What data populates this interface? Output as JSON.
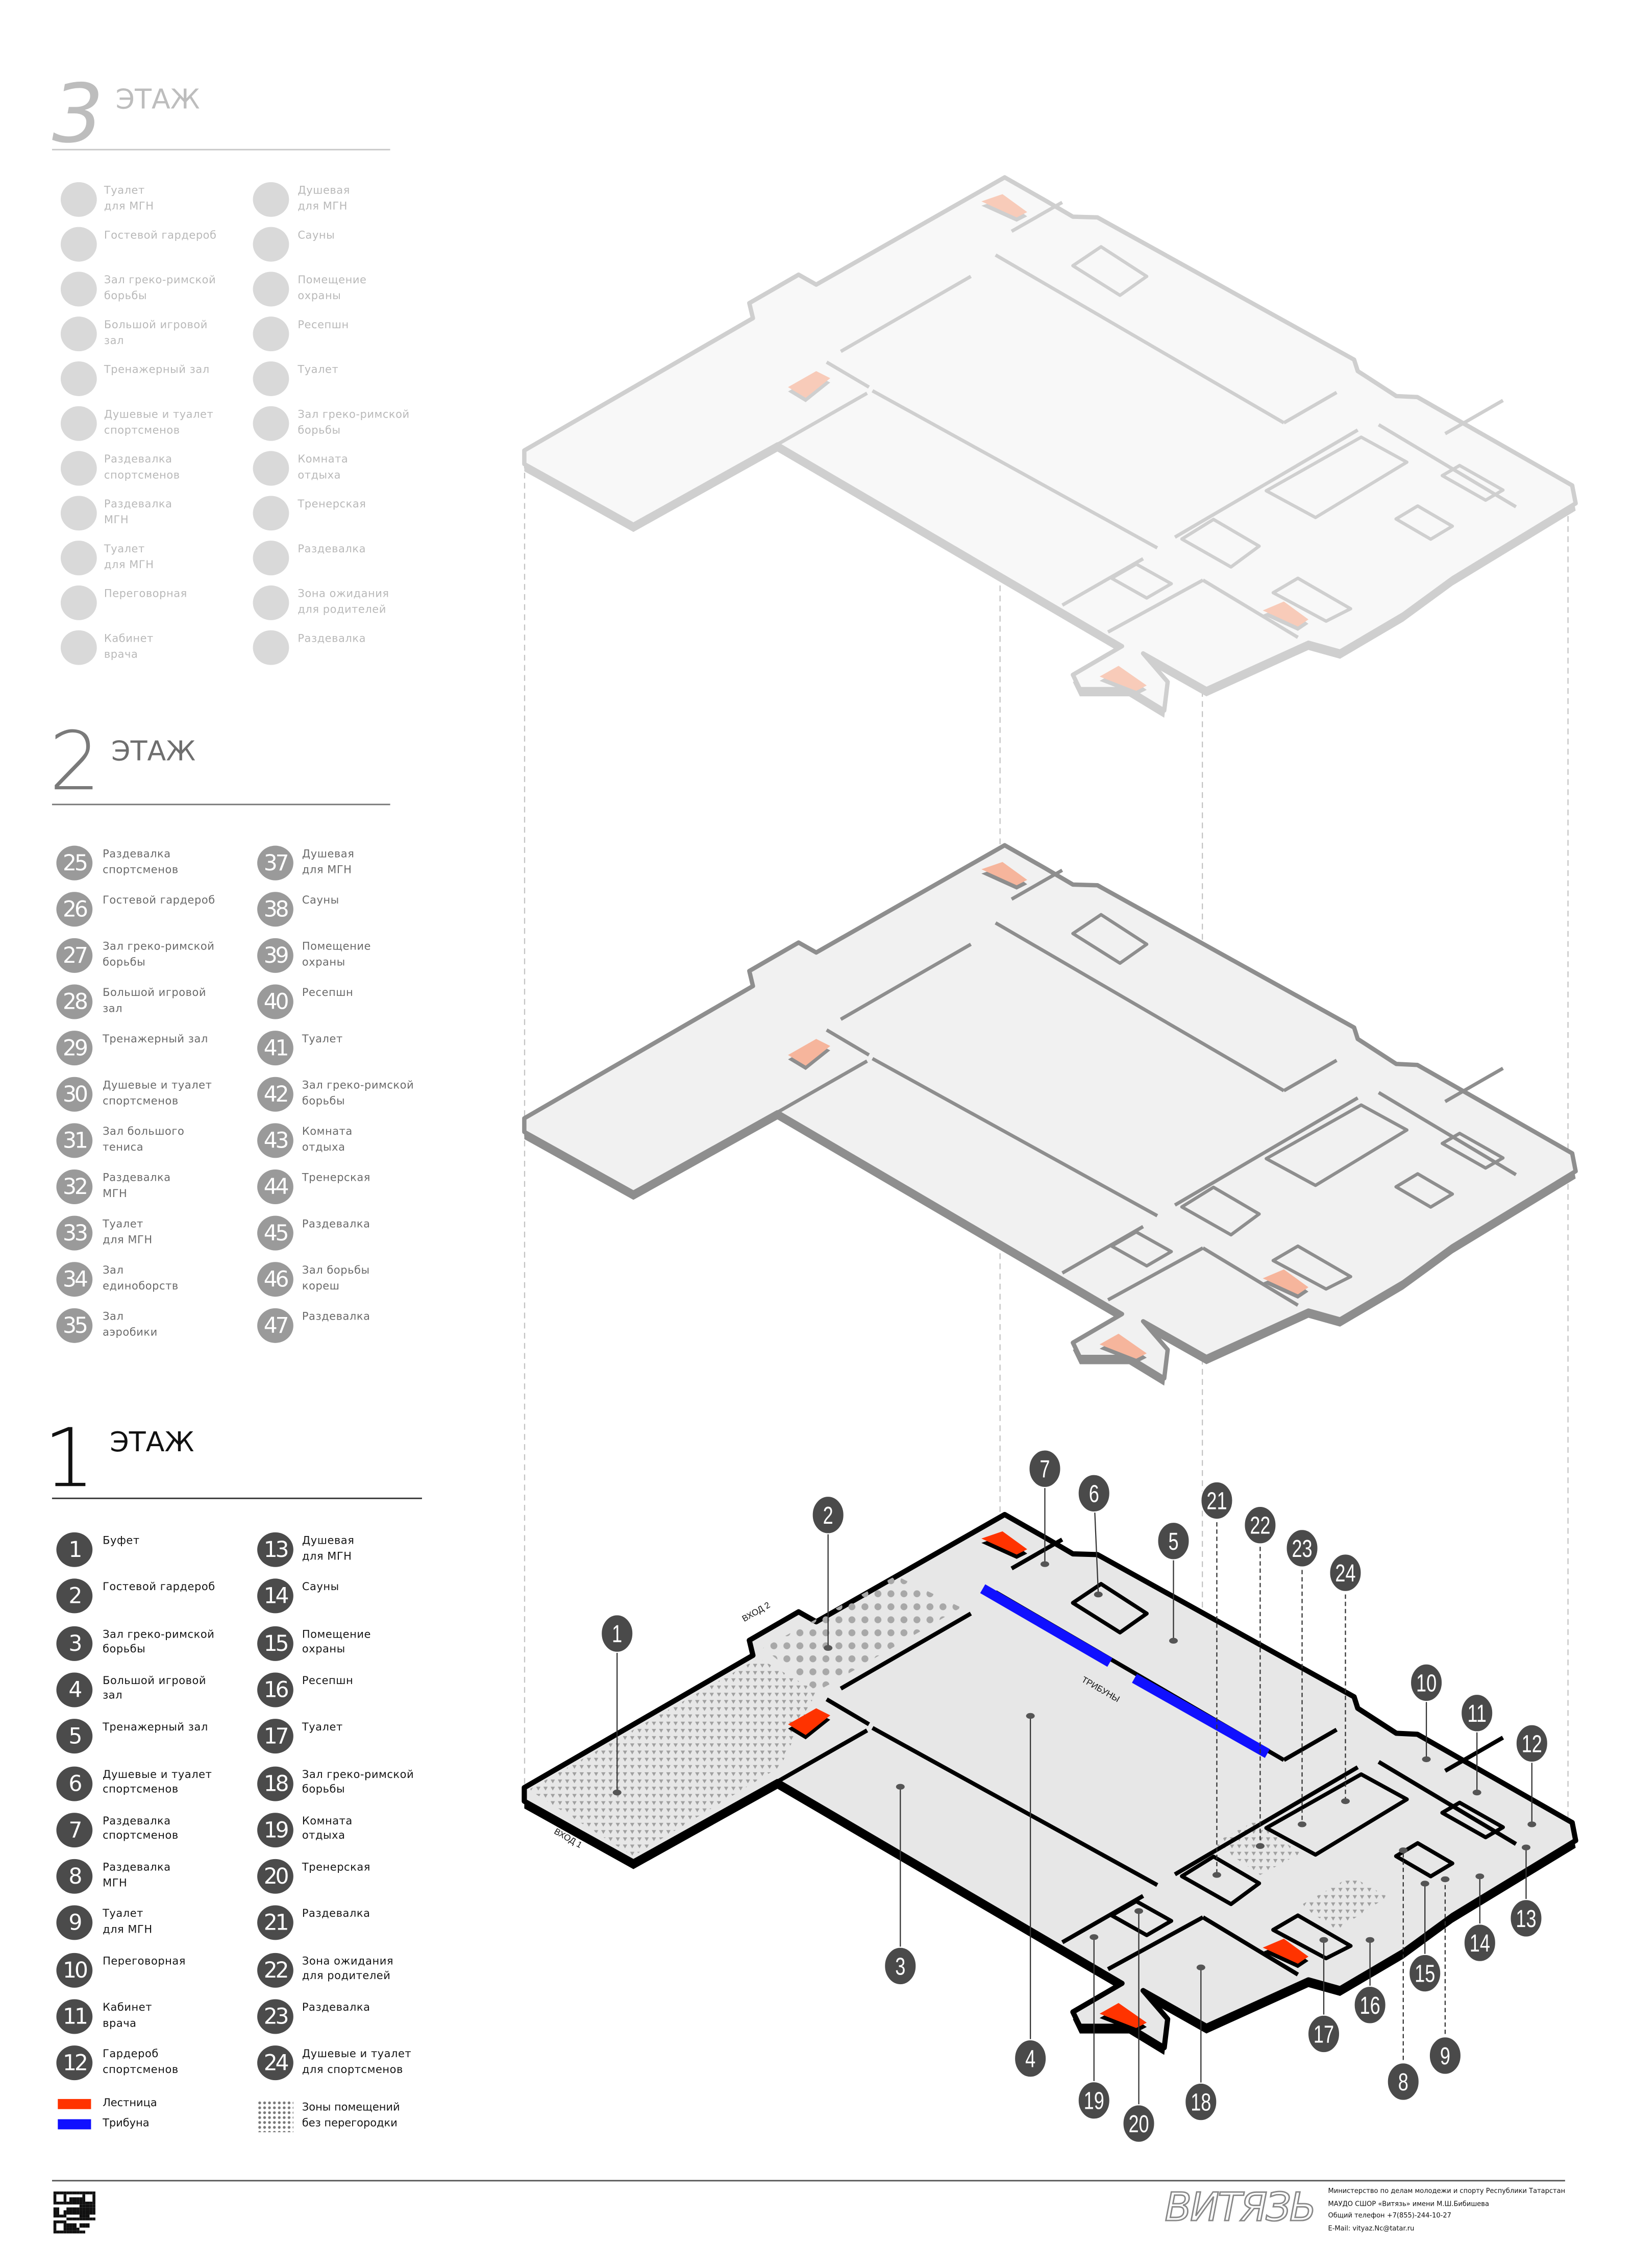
{
  "floors": [
    {
      "number": "3",
      "label": "ЭТАЖ",
      "legend_left": [
        {
          "num": "",
          "name": "Туалет\nдля МГН"
        },
        {
          "num": "",
          "name": "Гостевой гардероб"
        },
        {
          "num": "",
          "name": "Зал греко-римской\nборьбы"
        },
        {
          "num": "",
          "name": "Большой игровой\nзал"
        },
        {
          "num": "",
          "name": "Тренажерный зал"
        },
        {
          "num": "",
          "name": "Душевые и туалет\nспортсменов"
        },
        {
          "num": "",
          "name": "Раздевалка\nспортсменов"
        },
        {
          "num": "",
          "name": "Раздевалка\nМГН"
        },
        {
          "num": "",
          "name": "Туалет\nдля МГН"
        },
        {
          "num": "",
          "name": "Переговорная"
        },
        {
          "num": "",
          "name": "Кабинет\nврача"
        }
      ],
      "legend_right": [
        {
          "num": "",
          "name": "Душевая\nдля МГН"
        },
        {
          "num": "",
          "name": "Сауны"
        },
        {
          "num": "",
          "name": "Помещение\nохраны"
        },
        {
          "num": "",
          "name": "Ресепшн"
        },
        {
          "num": "",
          "name": "Туалет"
        },
        {
          "num": "",
          "name": "Зал греко-римской\nборьбы"
        },
        {
          "num": "",
          "name": "Комната\nотдыха"
        },
        {
          "num": "",
          "name": "Тренерская"
        },
        {
          "num": "",
          "name": "Раздевалка"
        },
        {
          "num": "",
          "name": "Зона ожидания\nдля родителей"
        },
        {
          "num": "",
          "name": "Раздевалка"
        }
      ]
    },
    {
      "number": "2",
      "label": "ЭТАЖ",
      "legend_left": [
        {
          "num": "25",
          "name": "Раздевалка\nспортсменов"
        },
        {
          "num": "26",
          "name": "Гостевой гардероб"
        },
        {
          "num": "27",
          "name": "Зал греко-римской\nборьбы"
        },
        {
          "num": "28",
          "name": "Большой игровой\nзал"
        },
        {
          "num": "29",
          "name": "Тренажерный зал"
        },
        {
          "num": "30",
          "name": "Душевые и туалет\nспортсменов"
        },
        {
          "num": "31",
          "name": "Зал большого\nтениса"
        },
        {
          "num": "32",
          "name": "Раздевалка\nМГН"
        },
        {
          "num": "33",
          "name": "Туалет\nдля МГН"
        },
        {
          "num": "34",
          "name": "Зал\nединоборств"
        },
        {
          "num": "35",
          "name": "Зал\nаэробики"
        }
      ],
      "legend_right": [
        {
          "num": "37",
          "name": "Душевая\nдля МГН"
        },
        {
          "num": "38",
          "name": "Сауны"
        },
        {
          "num": "39",
          "name": "Помещение\nохраны"
        },
        {
          "num": "40",
          "name": "Ресепшн"
        },
        {
          "num": "41",
          "name": "Туалет"
        },
        {
          "num": "42",
          "name": "Зал греко-римской\nборьбы"
        },
        {
          "num": "43",
          "name": "Комната\nотдыха"
        },
        {
          "num": "44",
          "name": "Тренерская"
        },
        {
          "num": "45",
          "name": "Раздевалка"
        },
        {
          "num": "46",
          "name": "Зал борьбы\nкореш"
        },
        {
          "num": "47",
          "name": "Раздевалка"
        }
      ]
    },
    {
      "number": "1",
      "label": "ЭТАЖ",
      "legend_left": [
        {
          "num": "1",
          "name": "Буфет"
        },
        {
          "num": "2",
          "name": "Гостевой гардероб"
        },
        {
          "num": "3",
          "name": "Зал греко-римской\nборьбы"
        },
        {
          "num": "4",
          "name": "Большой игровой\nзал"
        },
        {
          "num": "5",
          "name": "Тренажерный зал"
        },
        {
          "num": "6",
          "name": "Душевые и туалет\nспортсменов"
        },
        {
          "num": "7",
          "name": "Раздевалка\nспортсменов"
        },
        {
          "num": "8",
          "name": "Раздевалка\nМГН"
        },
        {
          "num": "9",
          "name": "Туалет\nдля МГН"
        },
        {
          "num": "10",
          "name": "Переговорная"
        },
        {
          "num": "11",
          "name": "Кабинет\nврача"
        },
        {
          "num": "12",
          "name": "Гардероб\nспортсменов"
        }
      ],
      "legend_right": [
        {
          "num": "13",
          "name": "Душевая\nдля МГН"
        },
        {
          "num": "14",
          "name": "Сауны"
        },
        {
          "num": "15",
          "name": "Помещение\nохраны"
        },
        {
          "num": "16",
          "name": "Ресепшн"
        },
        {
          "num": "17",
          "name": "Туалет"
        },
        {
          "num": "18",
          "name": "Зал греко-римской\nборьбы"
        },
        {
          "num": "19",
          "name": "Комната\nотдыха"
        },
        {
          "num": "20",
          "name": "Тренерская"
        },
        {
          "num": "21",
          "name": "Раздевалка"
        },
        {
          "num": "22",
          "name": "Зона ожидания\nдля родителей"
        },
        {
          "num": "23",
          "name": "Раздевалка"
        },
        {
          "num": "24",
          "name": "Душевые и туалет\nдля спортсменов"
        }
      ]
    }
  ],
  "keys": {
    "stairs": {
      "label": "Лестница",
      "color": "#ff3300"
    },
    "tribune": {
      "label": "Трибуна",
      "color": "#1010ff"
    },
    "open_zones": {
      "label": "Зоны помещений\nбез перегородки"
    }
  },
  "plan": {
    "entrance_1": "ВХОД 1",
    "entrance_2": "ВХОД 2",
    "tribunes": "ТРИБУНЫ",
    "markers": [
      "1",
      "2",
      "3",
      "4",
      "5",
      "6",
      "7",
      "8",
      "9",
      "10",
      "11",
      "12",
      "13",
      "14",
      "15",
      "16",
      "17",
      "18",
      "19",
      "20",
      "21",
      "22",
      "23",
      "24"
    ]
  },
  "footer": {
    "logo": "ВИТЯЗЬ",
    "lines": [
      "Министерство по делам молодежи и спорту Республики Татарстан",
      "МАУДО СШОР «Витязь» имени М.Ш.Бибишева",
      "Общий телефон +7(855)-244-10-27",
      "E-Mail: vityaz.Nc@tatar.ru"
    ]
  }
}
